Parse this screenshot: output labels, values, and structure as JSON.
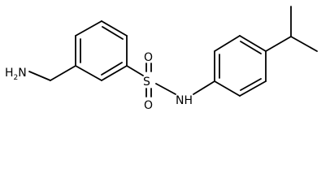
{
  "molecule": {
    "atoms": {
      "amine": {
        "label": "H",
        "subscript": "2",
        "suffix": "N"
      },
      "sulfur": {
        "label": "S"
      },
      "oxygen_top": {
        "label": "O"
      },
      "oxygen_bottom": {
        "label": "O"
      },
      "nh": {
        "label": "NH"
      }
    },
    "colors": {
      "bond": "#000000",
      "text": "#000000",
      "background": "#ffffff"
    }
  }
}
